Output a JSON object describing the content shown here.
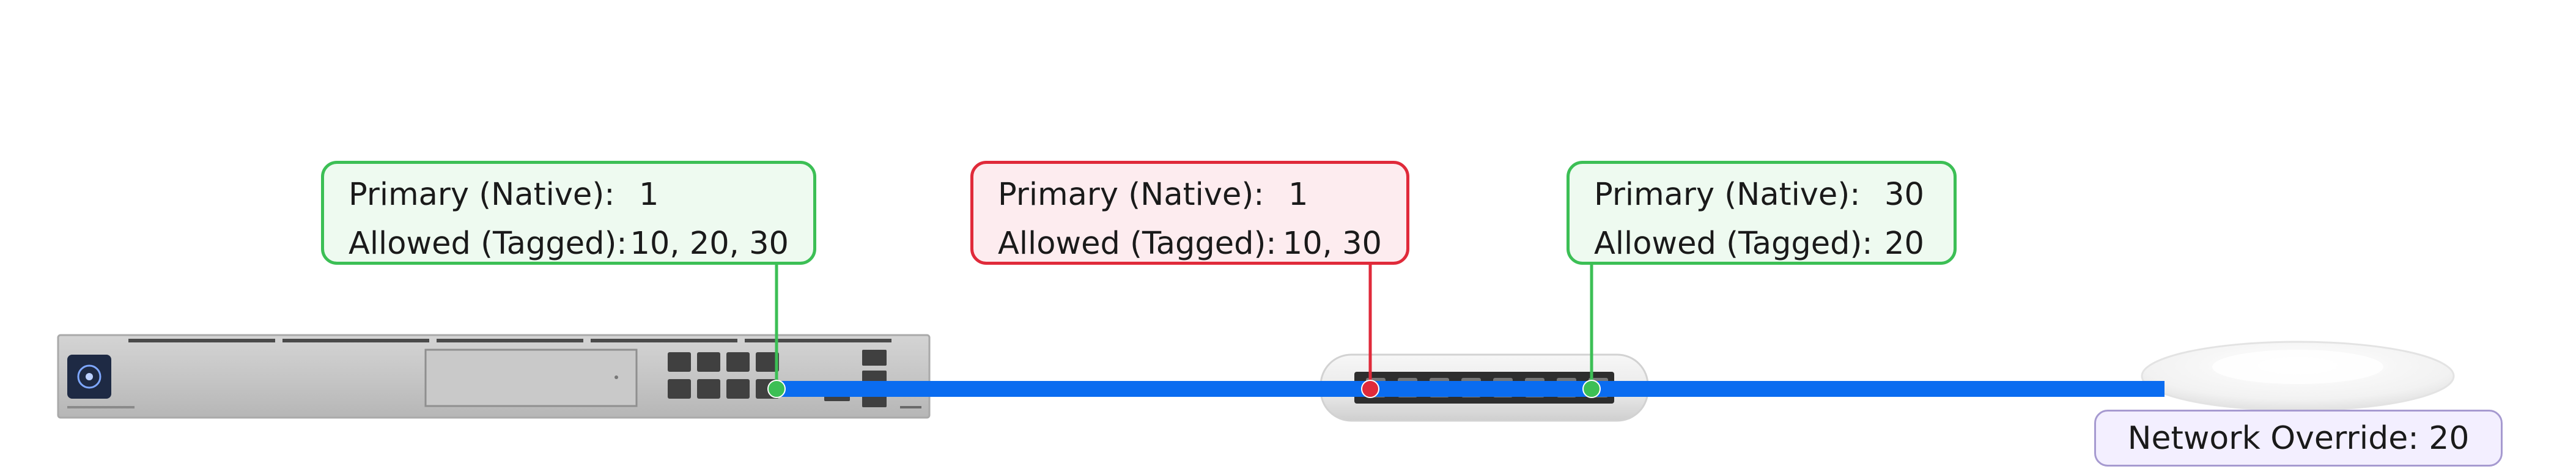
{
  "connections": [
    {
      "primary_label": "Primary (Native):",
      "primary_value": "1",
      "allowed_label": "Allowed (Tagged):",
      "allowed_value": "10, 20, 30",
      "status": "ok"
    },
    {
      "primary_label": "Primary (Native):",
      "primary_value": "1",
      "allowed_label": "Allowed (Tagged):",
      "allowed_value": "10, 30",
      "status": "mismatch"
    },
    {
      "primary_label": "Primary (Native):",
      "primary_value": "30",
      "allowed_label": "Allowed (Tagged):",
      "allowed_value": "20",
      "status": "ok"
    }
  ],
  "access_point": {
    "override_label": "Network Override: 20"
  },
  "colors": {
    "link": "#0a6cf0",
    "ok": "#3cbf55",
    "mismatch": "#e02a3a",
    "override_border": "#a69ad0"
  },
  "icons": [
    "gateway-device-icon",
    "switch-device-icon",
    "access-point-icon",
    "port-status-dot-icon"
  ]
}
